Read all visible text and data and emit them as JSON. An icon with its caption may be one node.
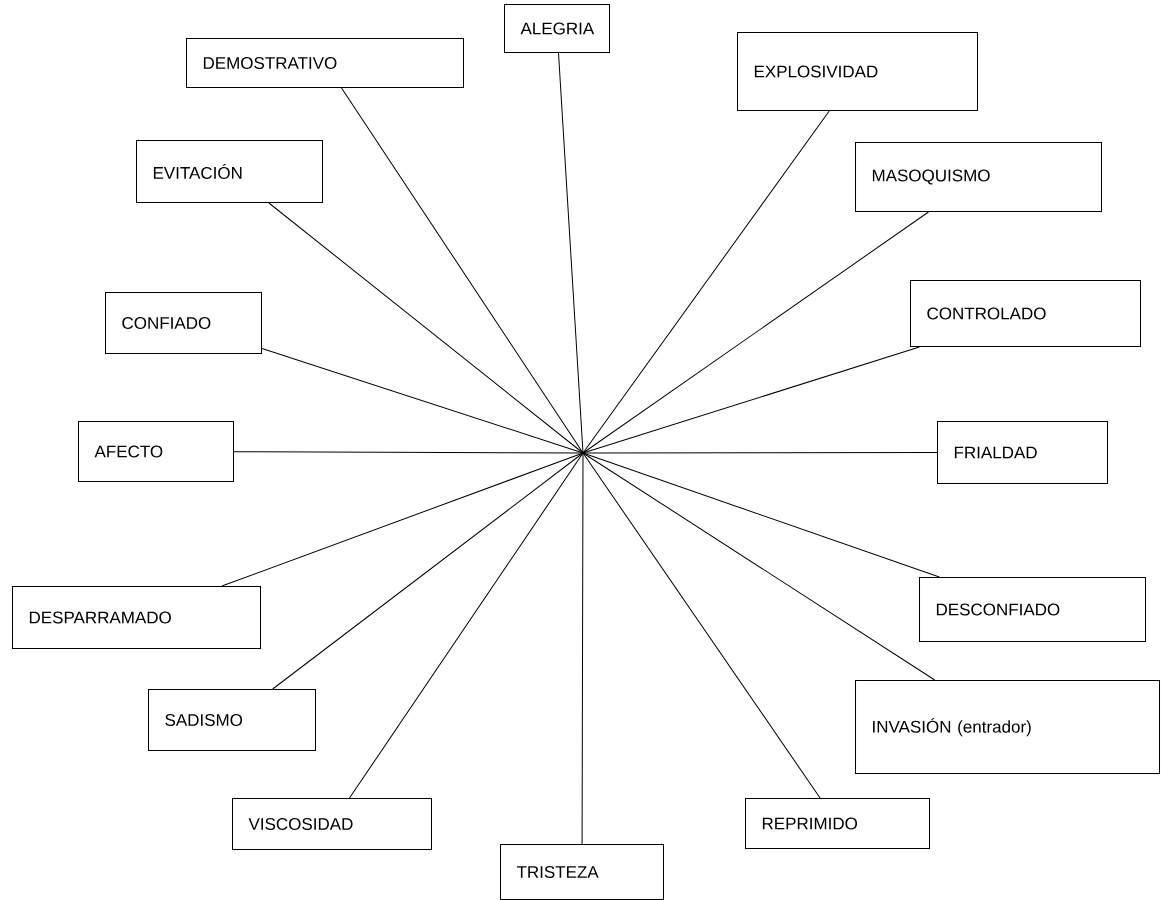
{
  "diagram": {
    "nodes": [
      {
        "text": [
          "ALEGRIA"
        ]
      },
      {
        "text": [
          "DEMOSTRATIVO"
        ]
      },
      {
        "text": [
          "EXPLOSIVIDAD"
        ]
      },
      {
        "text": [
          "EVITACIÓN"
        ]
      },
      {
        "text": [
          "MASOQUISMO"
        ]
      },
      {
        "text": [
          "CONFIADO"
        ]
      },
      {
        "text": [
          "CONTROLADO"
        ]
      },
      {
        "text": [
          "AFECTO"
        ]
      },
      {
        "text": [
          "FRIALDAD"
        ]
      },
      {
        "text": [
          "DESPARRAMADO"
        ]
      },
      {
        "text": [
          "DESCONFIADO"
        ]
      },
      {
        "text": [
          "SADISMO"
        ]
      },
      {
        "text": [
          "INVASIÓN (entrador)"
        ]
      },
      {
        "text": [
          "VISCOSIDAD"
        ]
      },
      {
        "text": [
          "REPRIMIDO"
        ]
      },
      {
        "text": [
          "TRISTEZA"
        ]
      }
    ],
    "edges": [
      {
        "from": 0,
        "to": 15,
        "arrow": "none"
      },
      {
        "from": 1,
        "to": 14,
        "arrow": "none"
      },
      {
        "from": 2,
        "to": 13,
        "arrow": "none"
      },
      {
        "from": 3,
        "to": 12,
        "arrow": "none"
      },
      {
        "from": 4,
        "to": 11,
        "arrow": "none"
      },
      {
        "from": 5,
        "to": 10,
        "arrow": "none"
      },
      {
        "from": 6,
        "to": 9,
        "arrow": "none"
      },
      {
        "from": 7,
        "to": 8,
        "arrow": "none"
      }
    ]
  }
}
